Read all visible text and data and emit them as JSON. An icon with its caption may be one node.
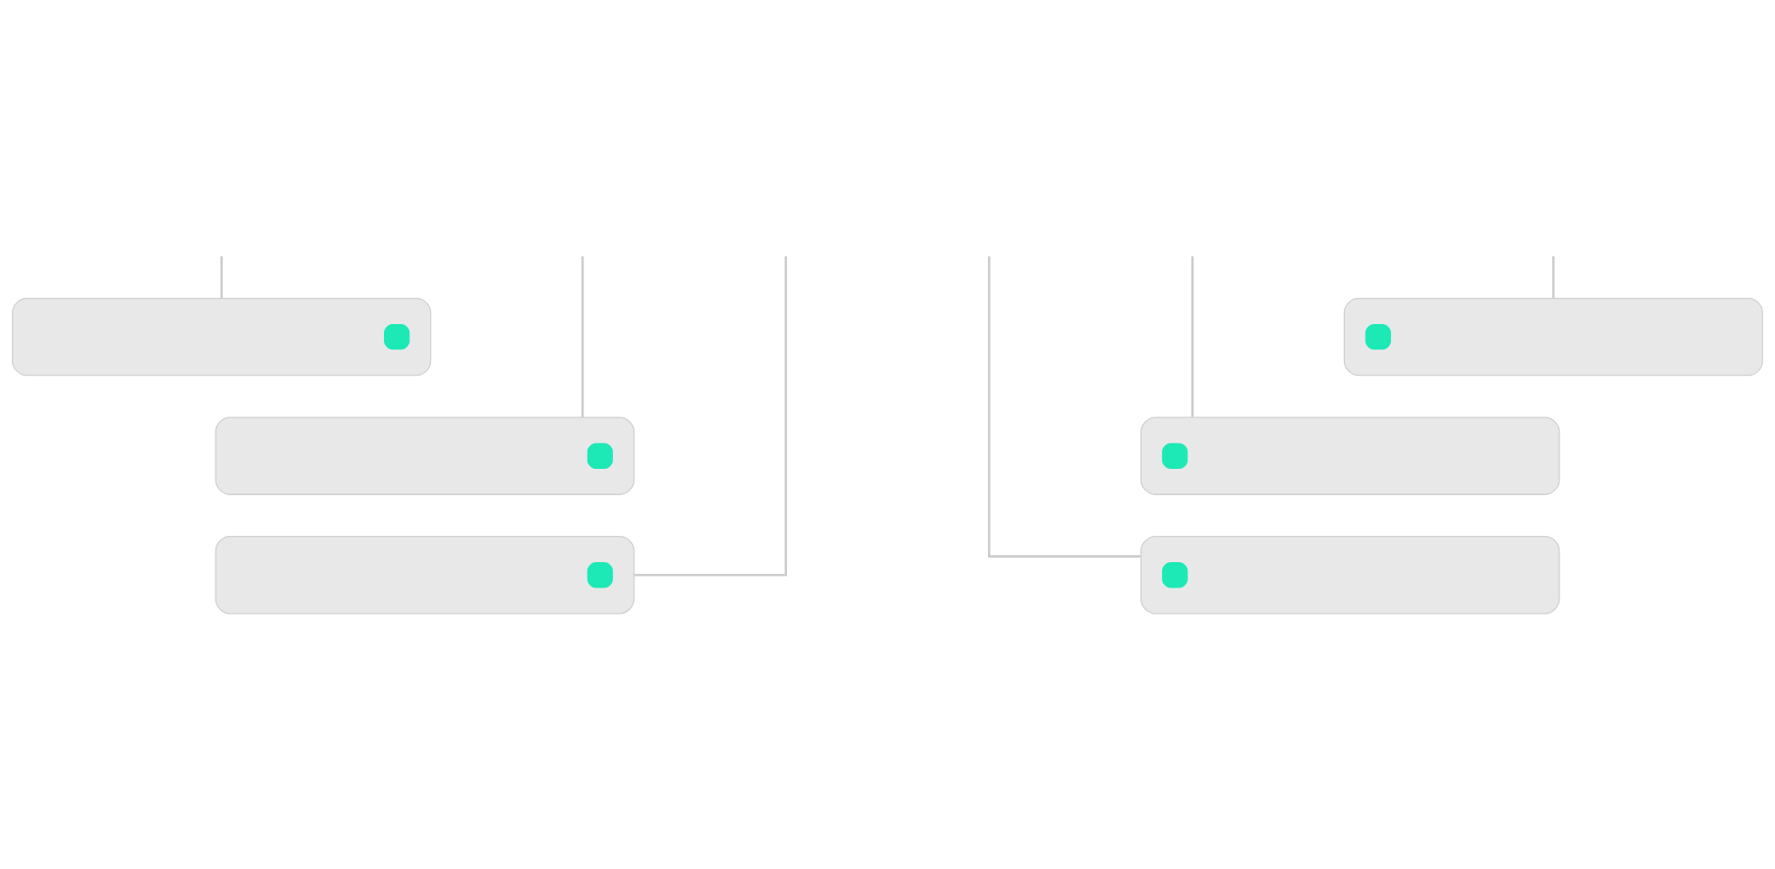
{
  "diagram": {
    "nodes": [
      {
        "text": [],
        "shape": "box"
      },
      {
        "text": [],
        "shape": "box"
      },
      {
        "text": [],
        "shape": "box"
      },
      {
        "text": [],
        "shape": "box"
      },
      {
        "text": [],
        "shape": "box"
      },
      {
        "text": [],
        "shape": "box"
      }
    ],
    "edges": [
      {
        "from": null,
        "to": 0,
        "arrow": "none"
      },
      {
        "from": null,
        "to": 2,
        "arrow": "none"
      },
      {
        "from": null,
        "to": 4,
        "arrow": "none"
      },
      {
        "from": null,
        "to": 1,
        "arrow": "none"
      },
      {
        "from": null,
        "to": 3,
        "arrow": "none"
      },
      {
        "from": null,
        "to": 5,
        "arrow": "none"
      }
    ]
  }
}
